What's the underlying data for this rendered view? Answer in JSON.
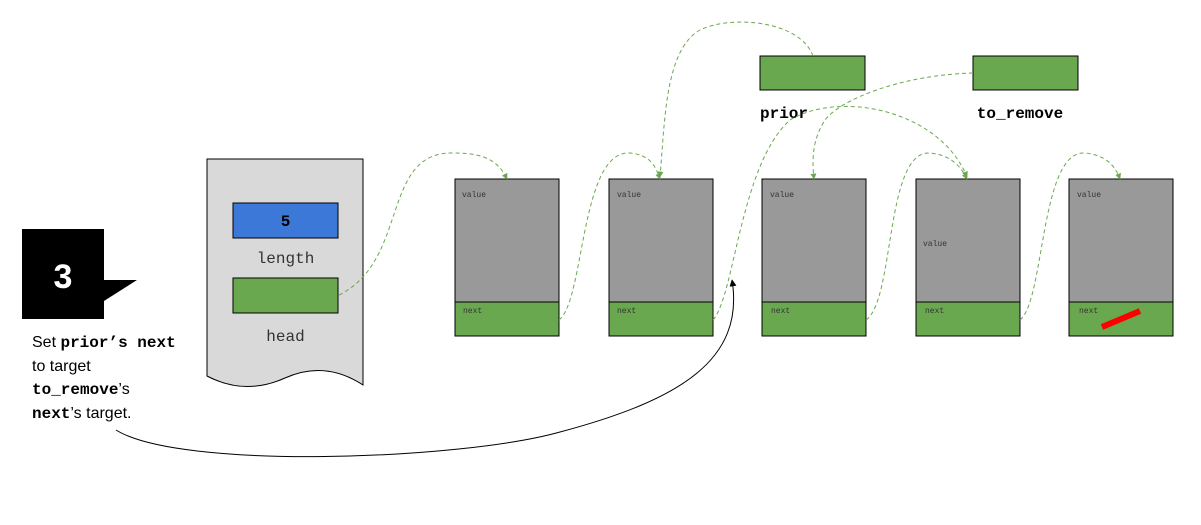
{
  "step": {
    "number": "3"
  },
  "caption": {
    "line1_prefix": "Set ",
    "line1_code": "prior’s next",
    "line2": "to target",
    "line3_code": "to_remove",
    "line3_suffix": "’s",
    "line4_code": "next",
    "line4_suffix": "’s target."
  },
  "list_object": {
    "length_value": "5",
    "length_label": "length",
    "head_label": "head"
  },
  "nodes": [
    {
      "value_label": "value",
      "next_label": "next"
    },
    {
      "value_label": "value",
      "next_label": "next"
    },
    {
      "value_label": "value",
      "next_label": "next"
    },
    {
      "value_label": "value",
      "next_label": "next"
    },
    {
      "value_label": "value",
      "next_label": "next"
    }
  ],
  "pointers": {
    "prior_label": "prior",
    "to_remove_label": "to_remove"
  },
  "colors": {
    "green": "#6aa84f",
    "blue": "#3c78d8",
    "node_gray": "#999999",
    "panel_gray": "#d9d9d9",
    "null_marker": "#ff0000",
    "arrow_dashed": "#6aa84f",
    "arrow_solid": "#000000"
  }
}
